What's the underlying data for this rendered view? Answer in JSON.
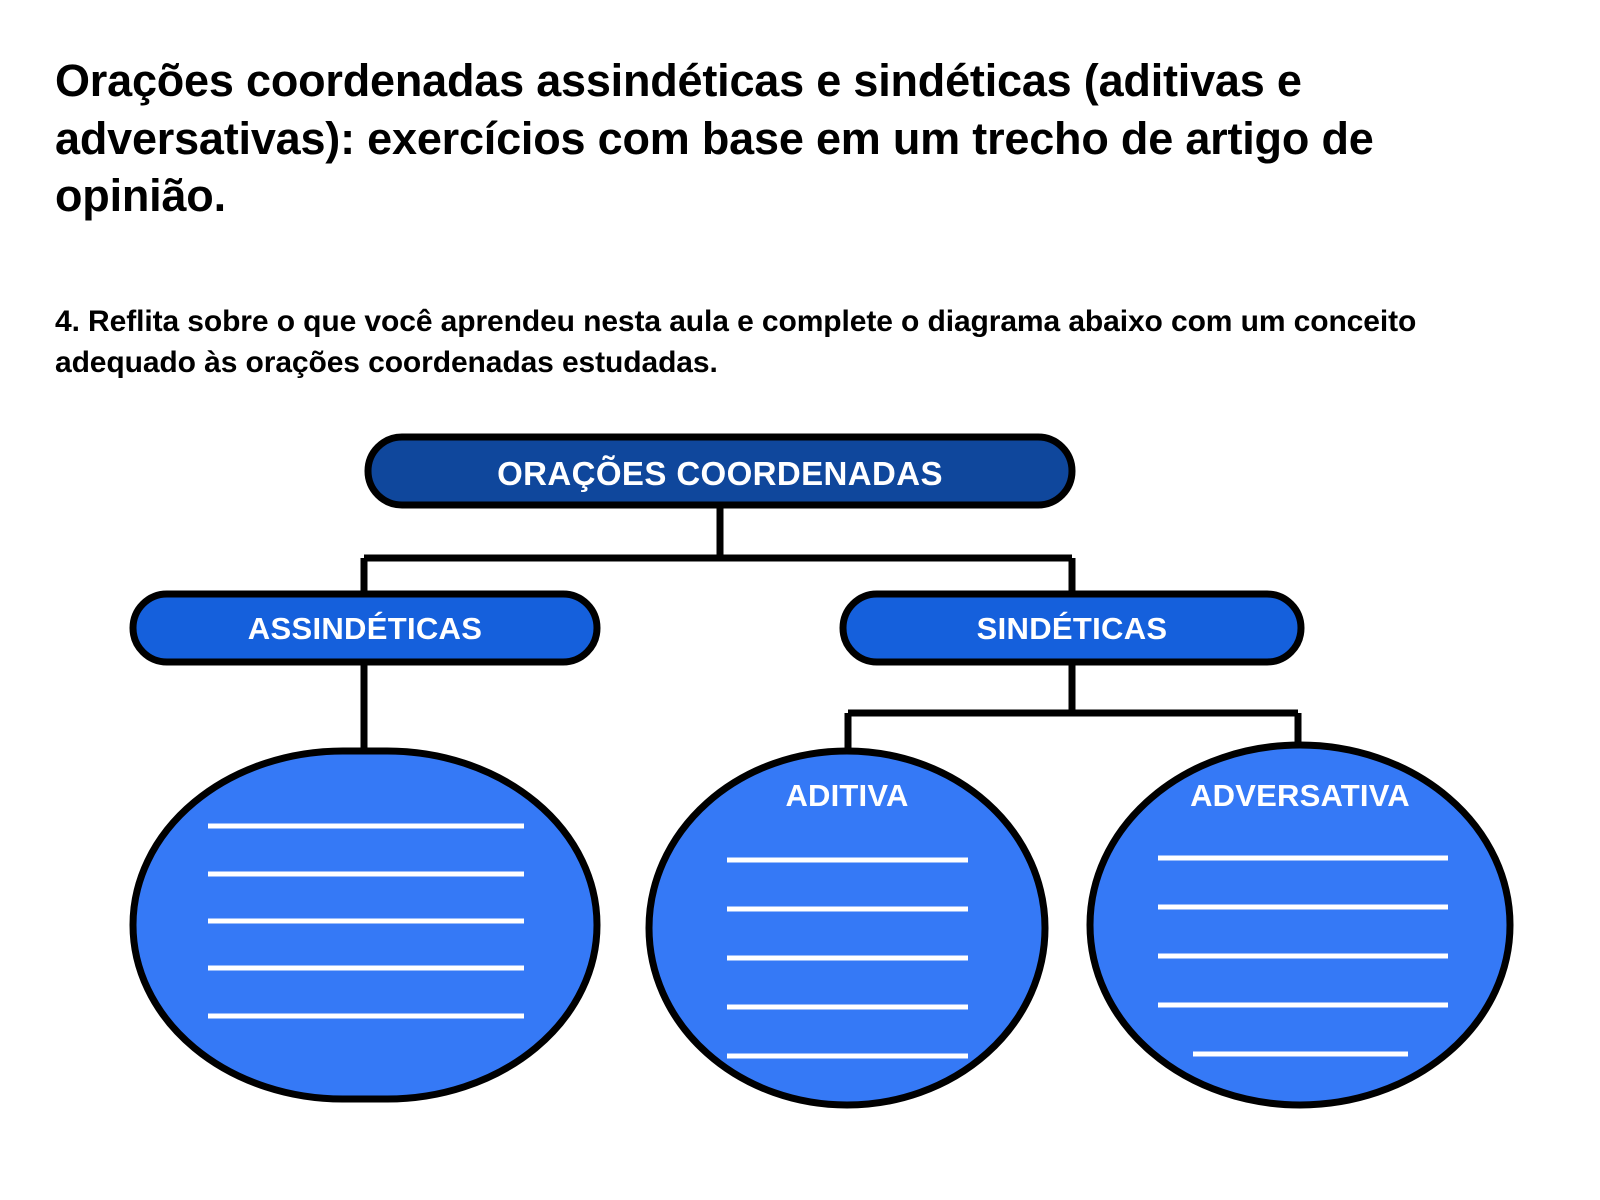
{
  "header": {
    "title": "Orações coordenadas assindéticas e sindéticas (aditivas e adversativas): exercícios com base em um trecho de artigo de opinião.",
    "instruction": "4. Reflita sobre o que você aprendeu nesta aula e complete o diagrama abaixo com um conceito adequado às orações coordenadas estudadas."
  },
  "colors": {
    "root_fill": "#0F479C",
    "level2_fill": "#1560DC",
    "leaf_fill": "#3579F6",
    "outline": "#000000",
    "label_text": "#FFFFFF",
    "writing_line": "#FFFFFF",
    "page_background": "#FFFFFF",
    "body_text": "#000000"
  },
  "chart_data": {
    "type": "diagram",
    "title": "ORAÇÕES COORDENADAS",
    "orientation": "top-down tree",
    "levels": 3,
    "nodes": [
      {
        "id": "root",
        "label": "ORAÇÕES COORDENADAS",
        "shape": "rounded-pill",
        "fill": "#0F479C",
        "level": 0,
        "writing_lines": 0
      },
      {
        "id": "assindeticas",
        "label": "ASSINDÉTICAS",
        "shape": "rounded-pill",
        "fill": "#1560DC",
        "level": 1,
        "parent": "root",
        "writing_lines": 0
      },
      {
        "id": "sindeticas",
        "label": "SINDÉTICAS",
        "shape": "rounded-pill",
        "fill": "#1560DC",
        "level": 1,
        "parent": "root",
        "writing_lines": 0
      },
      {
        "id": "assindeticas-answer",
        "label": "",
        "shape": "ellipse",
        "fill": "#3579F6",
        "level": 2,
        "parent": "assindeticas",
        "writing_lines": 5
      },
      {
        "id": "aditiva",
        "label": "ADITIVA",
        "shape": "ellipse",
        "fill": "#3579F6",
        "level": 2,
        "parent": "sindeticas",
        "writing_lines": 5
      },
      {
        "id": "adversativa",
        "label": "ADVERSATIVA",
        "shape": "ellipse",
        "fill": "#3579F6",
        "level": 2,
        "parent": "sindeticas",
        "writing_lines": 5
      }
    ],
    "edges": [
      {
        "from": "root",
        "to": "assindeticas"
      },
      {
        "from": "root",
        "to": "sindeticas"
      },
      {
        "from": "assindeticas",
        "to": "assindeticas-answer"
      },
      {
        "from": "sindeticas",
        "to": "aditiva"
      },
      {
        "from": "sindeticas",
        "to": "adversativa"
      }
    ]
  },
  "diagram": {
    "root": {
      "label": "ORAÇÕES COORDENADAS"
    },
    "assindeticas": {
      "label": "ASSINDÉTICAS"
    },
    "sindeticas": {
      "label": "SINDÉTICAS"
    },
    "aditiva": {
      "label": "ADITIVA"
    },
    "adversativa": {
      "label": "ADVERSATIVA"
    },
    "blank_answer": {
      "label": ""
    }
  }
}
